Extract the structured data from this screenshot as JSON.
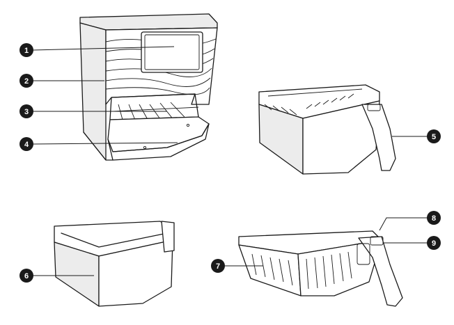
{
  "callouts": [
    {
      "number": "1",
      "part": "display"
    },
    {
      "number": "2",
      "part": "main-unit"
    },
    {
      "number": "3",
      "part": "inner-basket"
    },
    {
      "number": "4",
      "part": "drawer"
    },
    {
      "number": "5",
      "part": "drawer-with-basket"
    },
    {
      "number": "6",
      "part": "drawer"
    },
    {
      "number": "7",
      "part": "basket"
    },
    {
      "number": "8",
      "part": "release-button-cover"
    },
    {
      "number": "9",
      "part": "release-button"
    }
  ]
}
